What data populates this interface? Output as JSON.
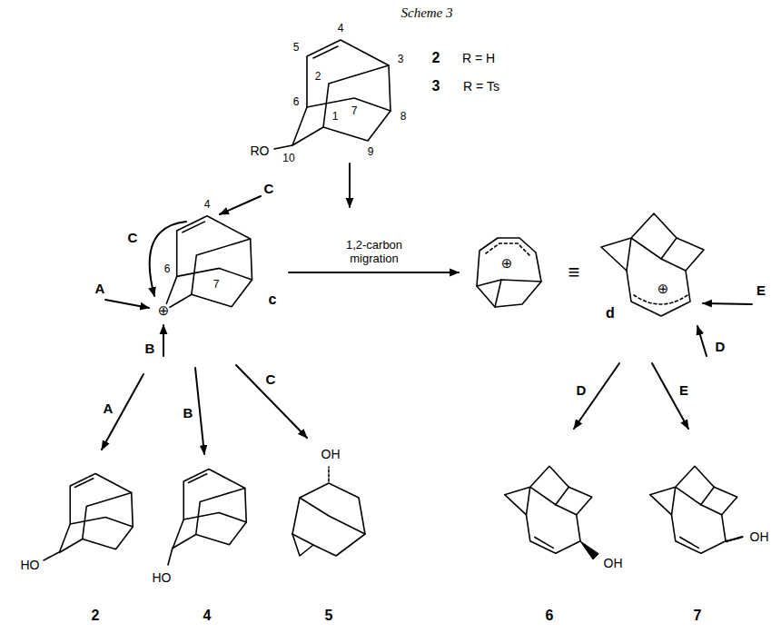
{
  "diagram": {
    "title": "Scheme 3",
    "labels": [
      "4",
      "5",
      "3",
      "2",
      "6",
      "7",
      "8",
      "1",
      "9",
      "10",
      "RO",
      "2",
      "R = H",
      "3",
      "R = Ts",
      "4",
      "6",
      "7",
      "⊕",
      "c",
      "A",
      "B",
      "C",
      "C",
      "1,2-carbon migration",
      "⊕",
      "≡",
      "⊕",
      "d",
      "E",
      "D",
      "A",
      "B",
      "C",
      "D",
      "E",
      "HO",
      "HO",
      "OH",
      "OH",
      "OH",
      "2",
      "4",
      "5",
      "6",
      "7"
    ]
  }
}
